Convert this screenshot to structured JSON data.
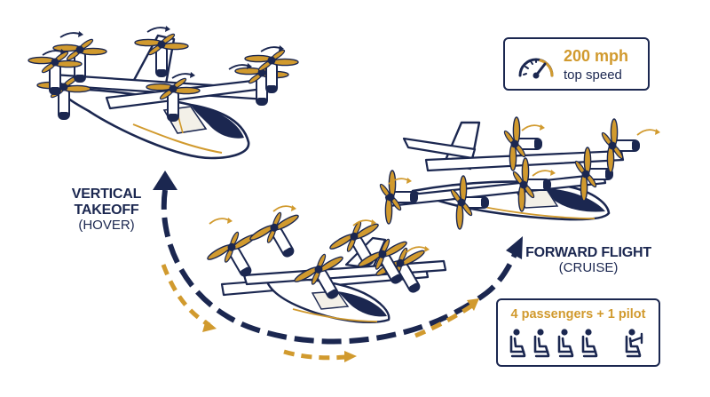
{
  "phases": {
    "takeoff": {
      "title": "VERTICAL TAKEOFF",
      "subtitle": "(HOVER)"
    },
    "forward": {
      "title": "FORWARD FLIGHT",
      "subtitle": "(CRUISE)"
    }
  },
  "specs": {
    "speed_value": "200 mph",
    "speed_caption": "top speed",
    "capacity": "4 passengers + 1 pilot",
    "passengers": 4,
    "pilots": 1
  },
  "colors": {
    "navy": "#1b2750",
    "gold": "#d19a2e",
    "light": "#f3f0e8"
  },
  "icons": [
    "speedometer-icon",
    "seat-icon",
    "pilot-icon"
  ]
}
